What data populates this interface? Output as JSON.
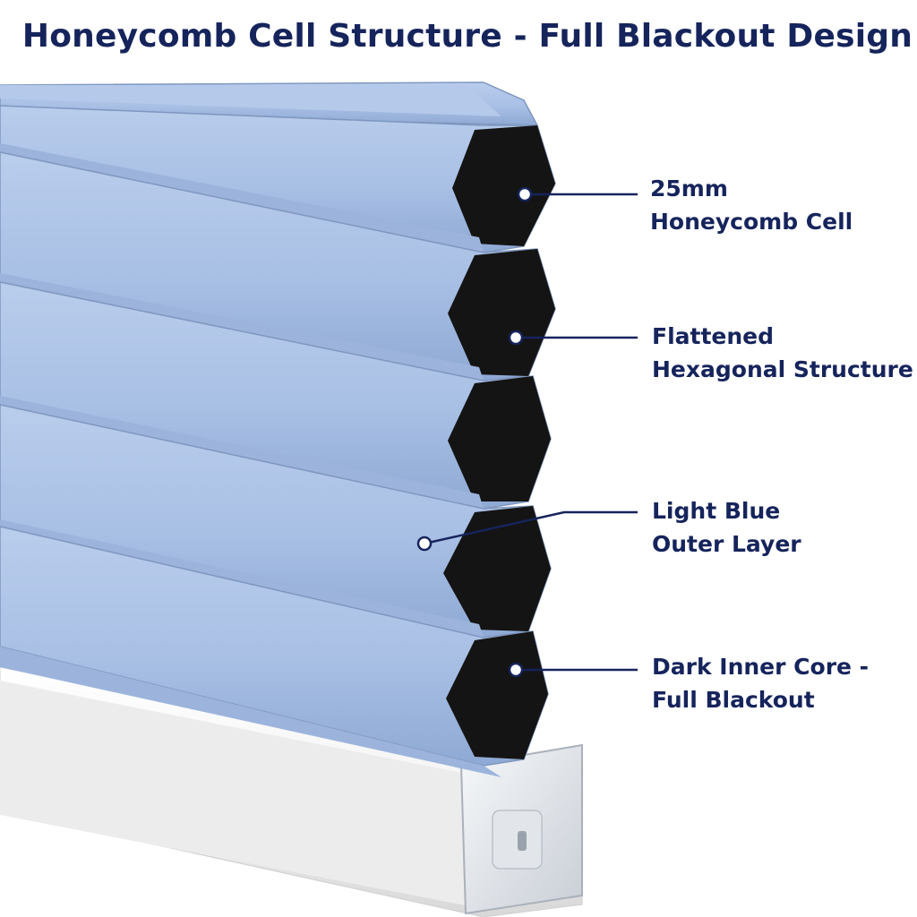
{
  "title": "Honeycomb Cell Structure - Full Blackout Design",
  "colors": {
    "title": "#16245c",
    "fabric": "#aec4e6",
    "fabric_shadow": "#8aa3cc",
    "inner_core": "#141414",
    "rail": "#f2f2f2"
  },
  "callouts": [
    {
      "line1": "25mm",
      "line2": "Honeycomb Cell"
    },
    {
      "line1": "Flattened",
      "line2": "Hexagonal Structure"
    },
    {
      "line1": "Light Blue",
      "line2": "Outer Layer"
    },
    {
      "line1": "Dark Inner Core -",
      "line2": "Full Blackout"
    }
  ]
}
